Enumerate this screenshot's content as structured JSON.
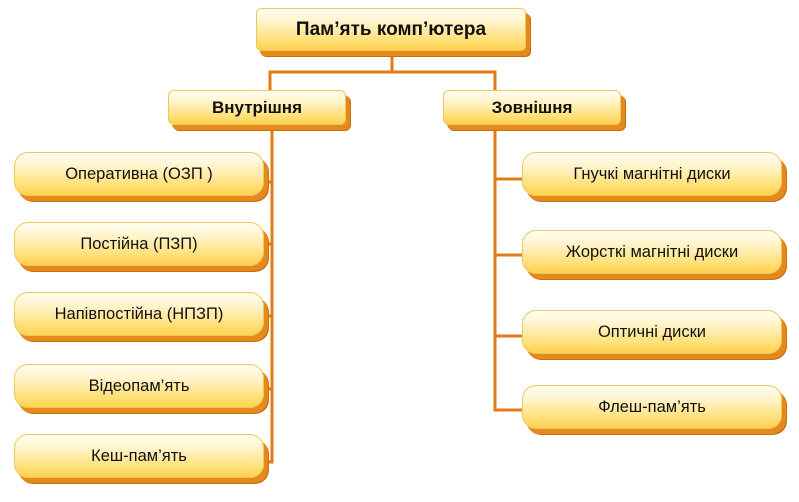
{
  "root": {
    "label": "Пам’ять комп’ютера"
  },
  "internal": {
    "label": "Внутрішня",
    "items": [
      "Оперативна (ОЗП )",
      "Постійна (ПЗП)",
      "Напівпостійна (НПЗП)",
      "Відеопам’ять",
      "Кеш-пам’ять"
    ]
  },
  "external": {
    "label": "Зовнішня",
    "items": [
      "Гнучкі магнітні диски",
      "Жорсткі магнітні диски",
      "Оптичні диски",
      "Флеш-пам’ять"
    ]
  },
  "colors": {
    "connector": "#e07c12",
    "box_fill": "#ffe07a",
    "box_shadow": "#e48a1c"
  }
}
